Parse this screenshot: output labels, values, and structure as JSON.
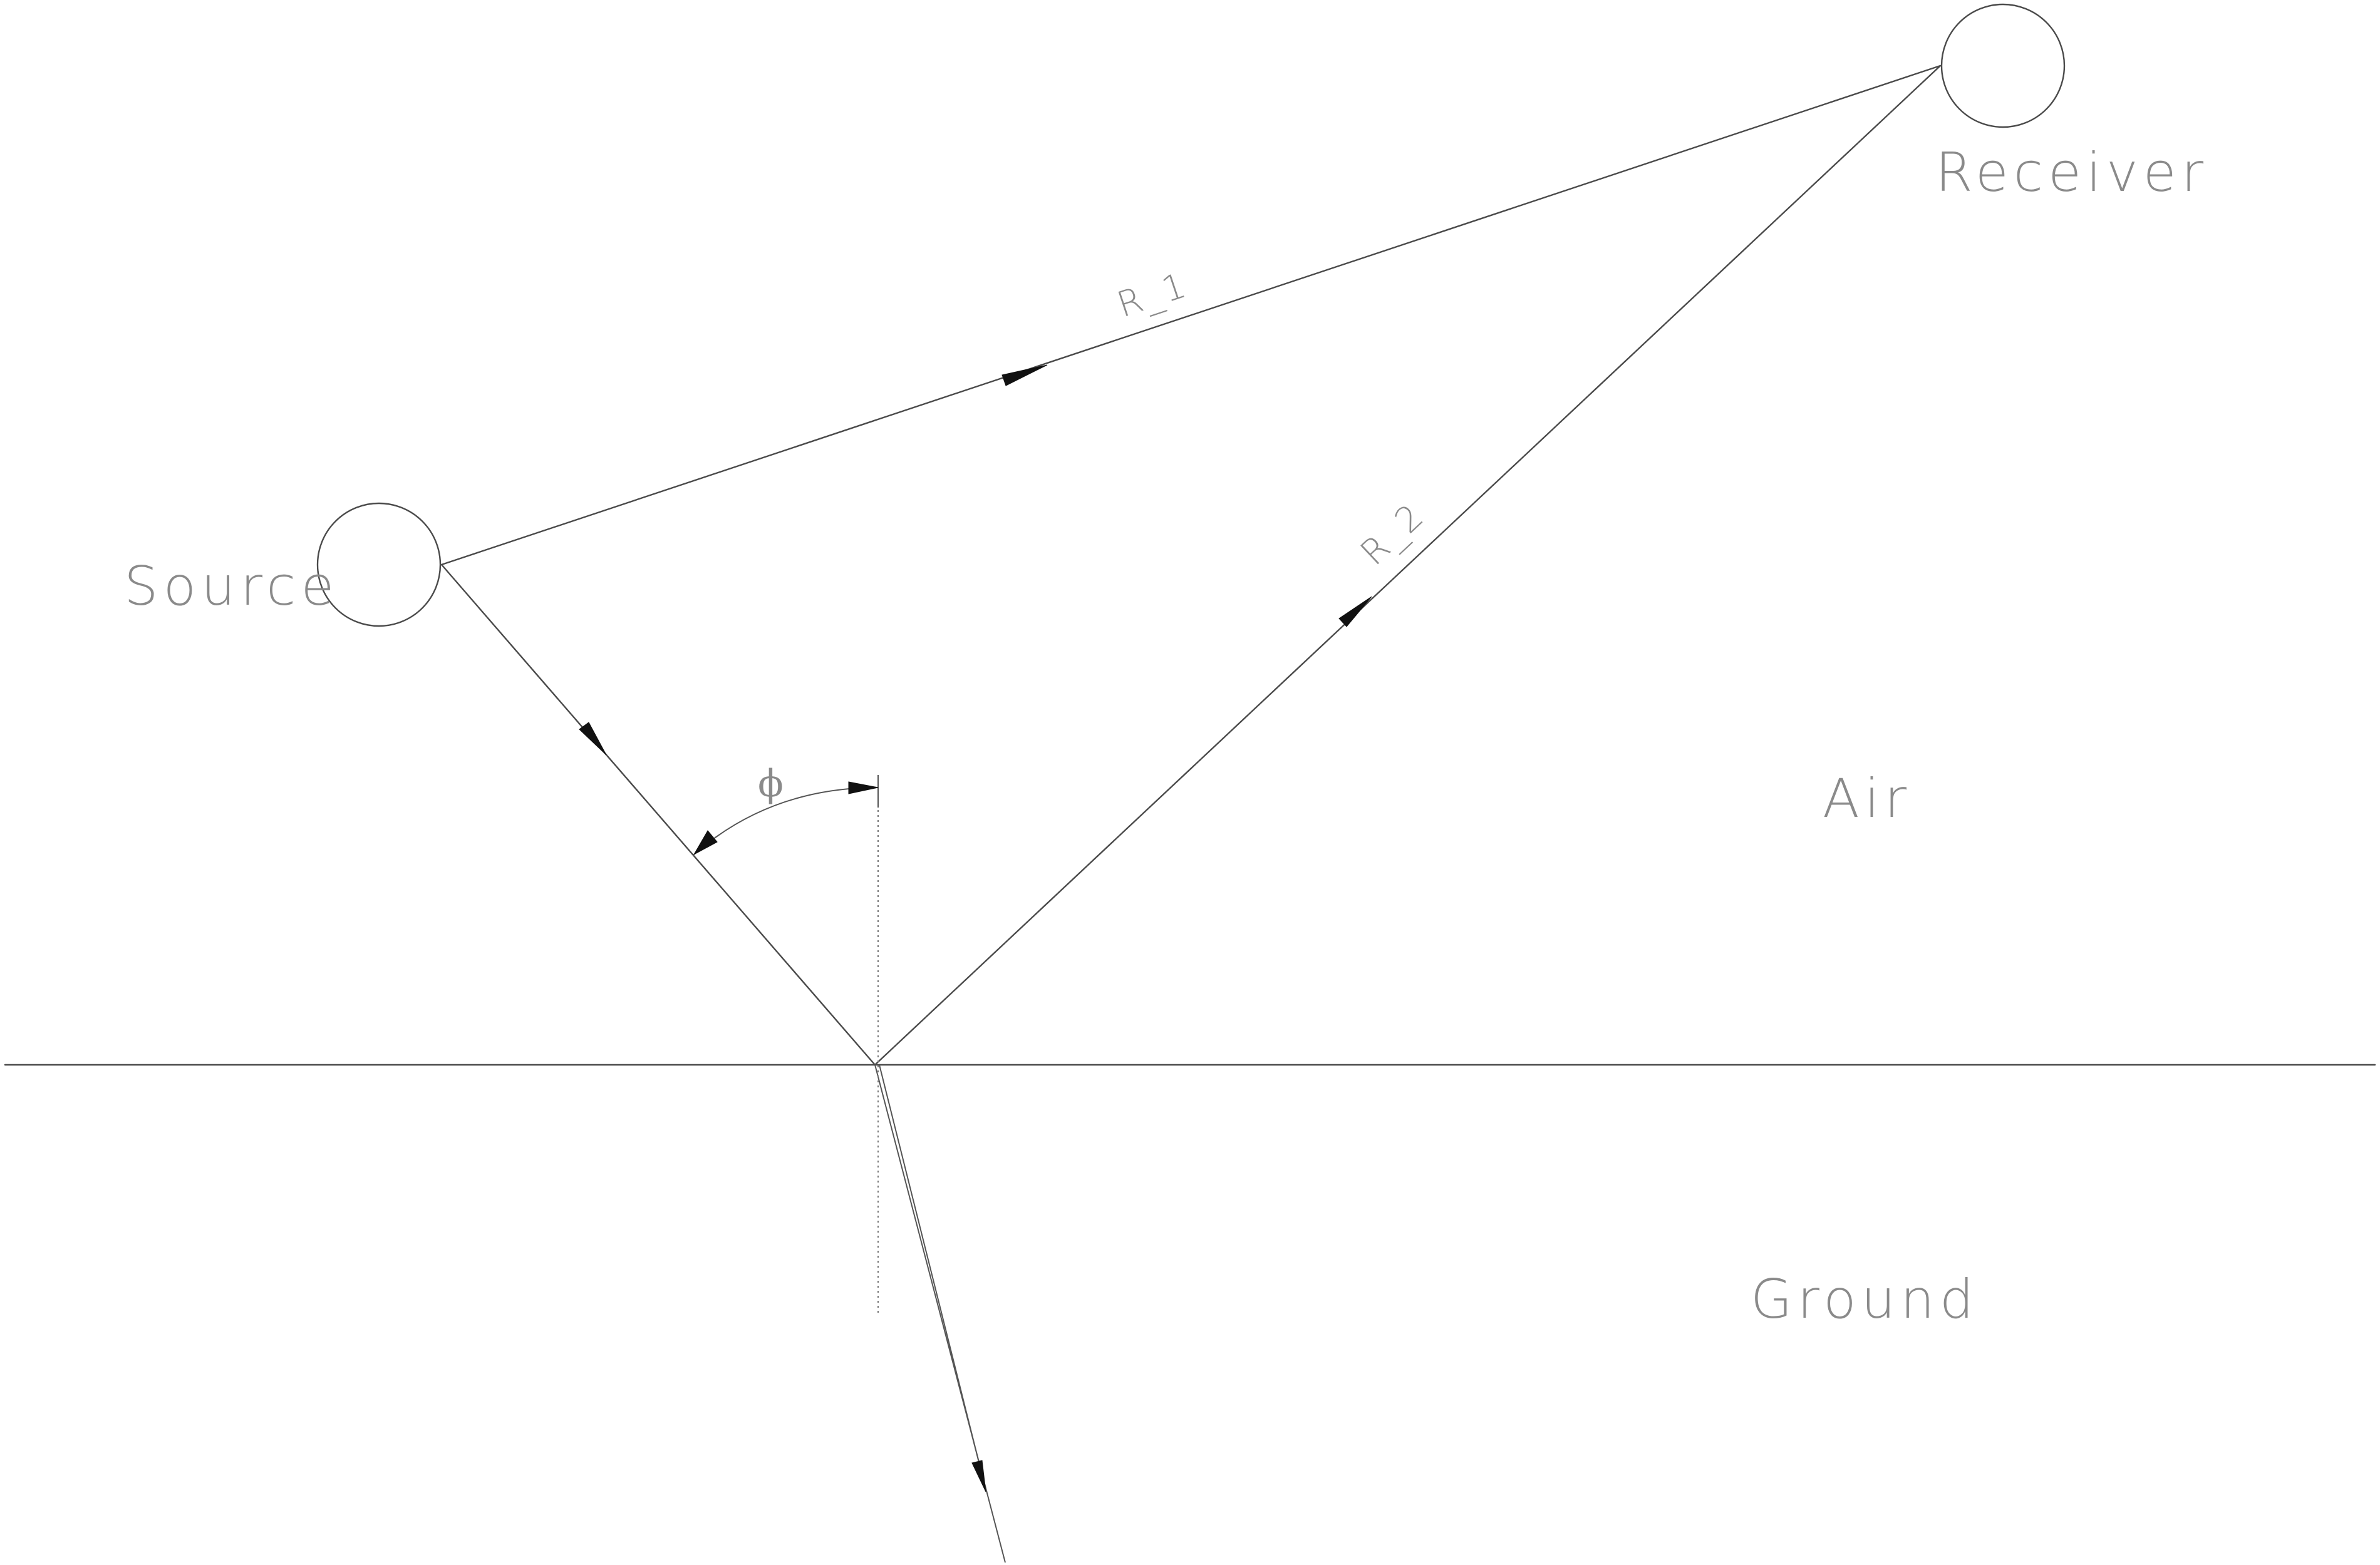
{
  "labels": {
    "source": "Source",
    "receiver": "Receiver",
    "r1": "R_1",
    "r2": "R_2",
    "angle": "ϕ",
    "air": "Air",
    "ground": "Ground"
  },
  "colors": {
    "line": "#4a4a4a",
    "text": "#8a8a8a",
    "arrowhead": "#111111"
  }
}
